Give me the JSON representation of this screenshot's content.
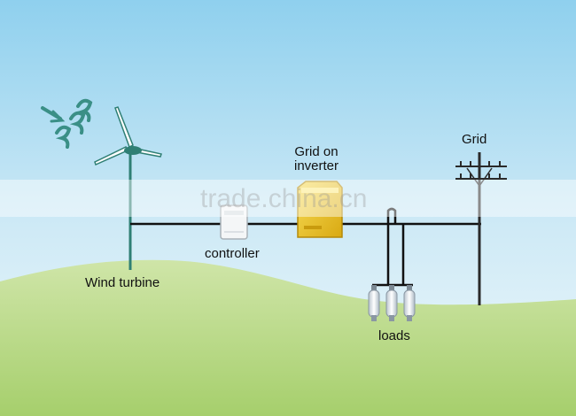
{
  "labels": {
    "wind_turbine": "Wind  turbine",
    "controller": "controller",
    "inverter_line1": "Grid  on",
    "inverter_line2": "inverter",
    "grid": "Grid",
    "loads": "loads"
  },
  "watermark": "trade.china.cn",
  "colors": {
    "sky_top": "#8fd0ee",
    "sky_bottom": "#eef8fb",
    "hill_light": "#c8e2a0",
    "hill_dark": "#a6cf6c",
    "wire": "#111111",
    "inverter": "#f0c419",
    "turbine": "#2f7f74"
  },
  "icons": [
    "wind-gust-icon",
    "wind-turbine-icon",
    "controller-box-icon",
    "inverter-box-icon",
    "utility-pole-icon",
    "light-bulb-icon"
  ]
}
